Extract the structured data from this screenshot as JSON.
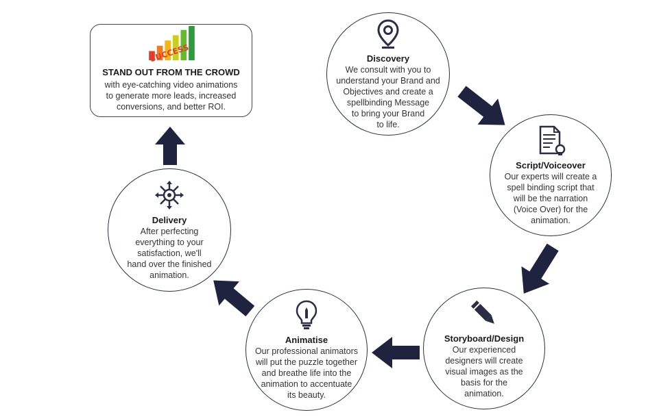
{
  "cta": {
    "title": "STAND OUT FROM THE CROWD",
    "lines": [
      "with eye-catching video animations",
      "to generate more leads, increased",
      "conversions, and better ROI."
    ],
    "logo_text": "SUCCESS"
  },
  "steps": [
    {
      "key": "discovery",
      "icon": "location-pin-icon",
      "title": "Discovery",
      "lines": [
        "We consult with you to",
        "understand your Brand and",
        "Objectives and create a",
        "spellbinding Message",
        "to bring your Brand",
        "to life."
      ]
    },
    {
      "key": "script",
      "icon": "script-document-icon",
      "title": "Script/Voiceover",
      "lines": [
        "Our experts will create a",
        "spell binding script that",
        "will be the narration",
        "(Voice Over) for the",
        "animation."
      ]
    },
    {
      "key": "storyboard",
      "icon": "pencil-icon",
      "title": "Storyboard/Design",
      "lines": [
        "Our experienced",
        "designers will create",
        "visual images as the",
        "basis for the",
        "animation."
      ]
    },
    {
      "key": "animatise",
      "icon": "light-bulb-icon",
      "title": "Animatise",
      "lines": [
        "Our professional animators",
        "will put the puzzle together",
        "and breathe life into the",
        "animation to accentuate",
        "its beauty."
      ]
    },
    {
      "key": "delivery",
      "icon": "distribution-hub-icon",
      "title": "Delivery",
      "lines": [
        "After perfecting",
        "everything to your",
        "satisfaction, we'll",
        "hand over the finished",
        "animation."
      ]
    }
  ],
  "colors": {
    "arrow": "#1f2340",
    "border": "#2a2e45",
    "icon": "#2a2e45"
  }
}
